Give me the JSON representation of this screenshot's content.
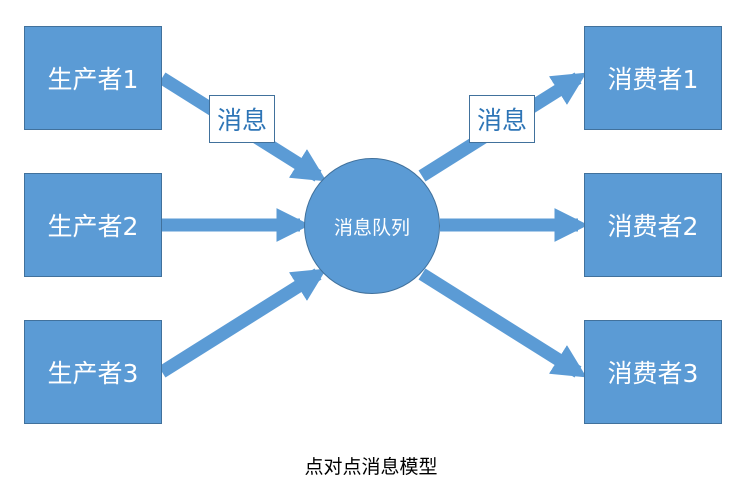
{
  "colors": {
    "node_fill": "#5b9bd5",
    "node_border": "#41719c",
    "label_text": "#2e75b6"
  },
  "producers": [
    {
      "label": "生产者1"
    },
    {
      "label": "生产者2"
    },
    {
      "label": "生产者3"
    }
  ],
  "consumers": [
    {
      "label": "消费者1"
    },
    {
      "label": "消费者2"
    },
    {
      "label": "消费者3"
    }
  ],
  "queue": {
    "label": "消息队列"
  },
  "message_labels": {
    "left": "消息",
    "right": "消息"
  },
  "caption": "点对点消息模型"
}
